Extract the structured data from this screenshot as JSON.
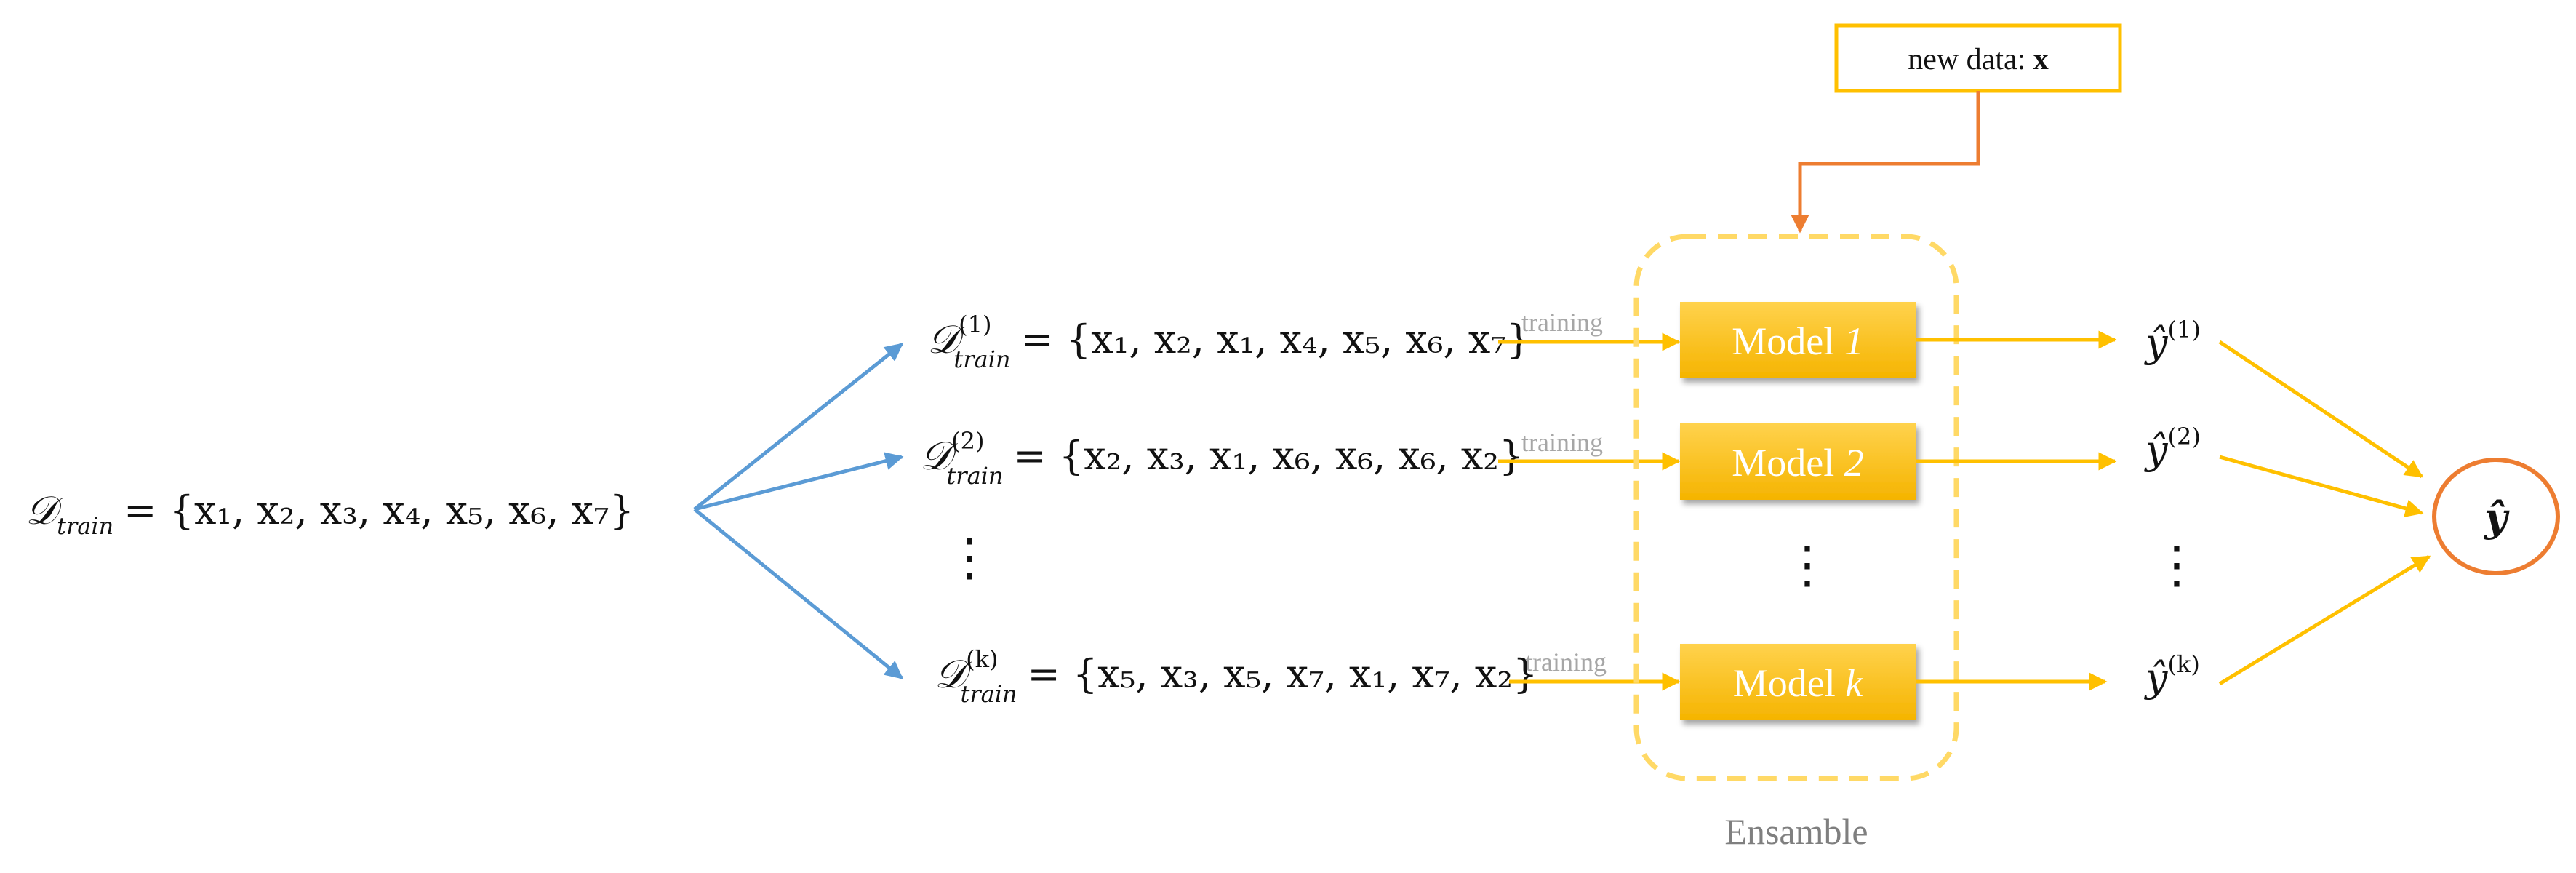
{
  "dataset": {
    "symbol": "𝒟",
    "subscript": "train",
    "elements": "= {x₁, x₂, x₃, x₄, x₅, x₆, x₇}"
  },
  "bootstrap_samples": [
    {
      "symbol": "𝒟",
      "superscript": "(1)",
      "subscript": "train",
      "elements": "= {x₁, x₂, x₁, x₄, x₅, x₆, x₇}"
    },
    {
      "symbol": "𝒟",
      "superscript": "(2)",
      "subscript": "train",
      "elements": "= {x₂, x₃, x₁, x₆, x₆, x₆, x₂}"
    },
    {
      "symbol": "𝒟",
      "superscript": "(k)",
      "subscript": "train",
      "elements": "= {x₅, x₃, x₅, x₇, x₁, x₇, x₂}"
    }
  ],
  "training_label": "training",
  "models": [
    {
      "prefix": "Model ",
      "index": "1"
    },
    {
      "prefix": "Model ",
      "index": "2"
    },
    {
      "prefix": "Model ",
      "index": "k"
    }
  ],
  "predictions": [
    {
      "symbol": "ŷ",
      "superscript": "(1)"
    },
    {
      "symbol": "ŷ",
      "superscript": "(2)"
    },
    {
      "symbol": "ŷ",
      "superscript": "(k)"
    }
  ],
  "final_output": "ŷ",
  "new_data": {
    "label": "new data: ",
    "value": "x"
  },
  "ensemble_label": "Ensamble",
  "ellipsis": "⋮",
  "colors": {
    "blue_arrow": "#5b9bd5",
    "yellow": "#ffc000",
    "orange": "#ed7d31",
    "model_fill_top": "#ffd24d",
    "model_fill_bottom": "#f5b400",
    "training_gray": "#a6a6a6",
    "ensemble_dash": "#ffd966"
  }
}
